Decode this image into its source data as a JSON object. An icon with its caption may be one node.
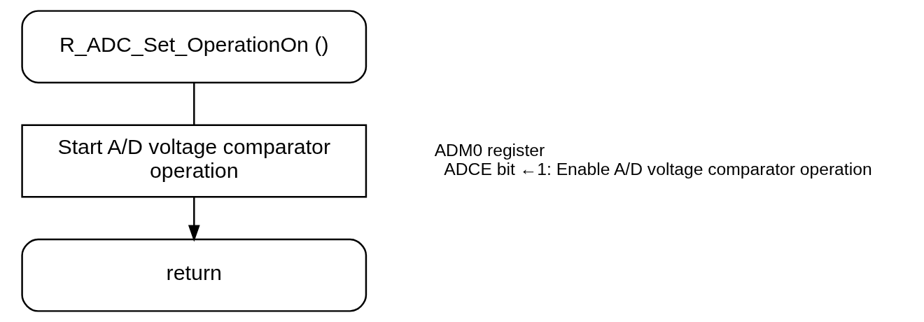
{
  "diagram": {
    "nodes": [
      {
        "text": [
          "R_ADC_Set_OperationOn ()"
        ]
      },
      {
        "text": [
          "Start A/D voltage comparator operation"
        ],
        "beside": [
          "ADM0 register",
          "ADCE bit ←1: Enable A/D voltage comparator operation"
        ]
      },
      {
        "text": [
          "return"
        ]
      }
    ],
    "edges": [
      {
        "from": 0,
        "to": 1,
        "arrow": "none"
      },
      {
        "from": 1,
        "to": 2,
        "arrow": "to"
      }
    ]
  }
}
